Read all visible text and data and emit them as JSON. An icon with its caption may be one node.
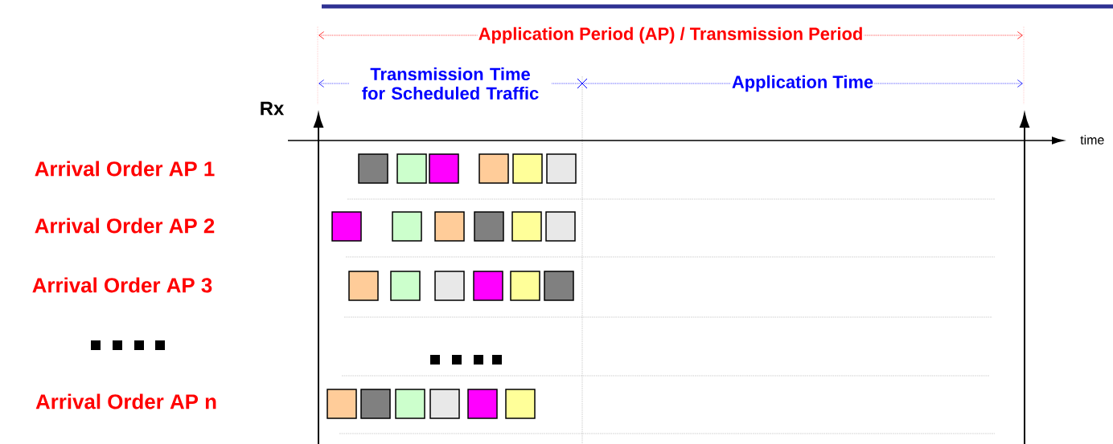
{
  "diagram": {
    "labels": [
      "Application Period (AP) / Transmission Period",
      "Transmission Time for Scheduled Traffic",
      "Application Time",
      "Rx",
      "time",
      "Arrival Order AP 1",
      "Arrival Order AP 2",
      "Arrival Order AP 3",
      "Arrival Order AP n"
    ]
  }
}
